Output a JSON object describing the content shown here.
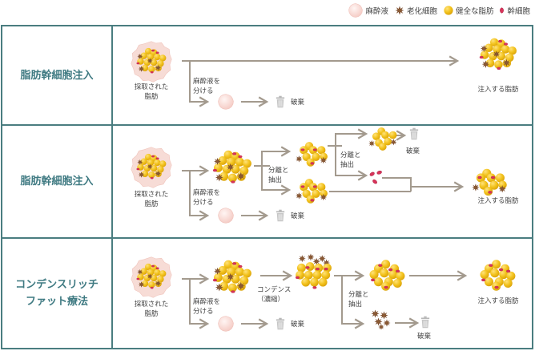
{
  "legend": {
    "items": [
      {
        "icon": "anesthetic-icon",
        "label": "麻酔液"
      },
      {
        "icon": "aged-cell-icon",
        "label": "老化細胞"
      },
      {
        "icon": "healthy-fat-icon",
        "label": "健全な脂肪"
      },
      {
        "icon": "stem-cell-icon",
        "label": "幹細胞"
      }
    ]
  },
  "colors": {
    "border": "#4a7d80",
    "title": "#3f7a82",
    "arrow": "#a39a8e",
    "fat": "#f0c020",
    "aged": "#7a4a2a",
    "stem": "#d8335a",
    "anesthetic": "#f6d8d4"
  },
  "rows": [
    {
      "title_lines": [
        "脂肪幹細胞注入"
      ],
      "harvested_label_1": "採取された",
      "harvested_label_2": "脂肪",
      "split_label_1": "麻酔液を",
      "split_label_2": "分ける",
      "discard_label": "破棄",
      "inject_label": "注入する脂肪"
    },
    {
      "title_lines": [
        "脂肪幹細胞注入"
      ],
      "harvested_label_1": "採取された",
      "harvested_label_2": "脂肪",
      "split_label_1": "麻酔液を",
      "split_label_2": "分ける",
      "separate_label_1": "分離と",
      "separate_label_2": "抽出",
      "separate2_label_1": "分離と",
      "separate2_label_2": "抽出",
      "discard_label": "破棄",
      "discard2_label": "破棄",
      "inject_label": "注入する脂肪"
    },
    {
      "title_lines": [
        "コンデンスリッチ",
        "ファット療法"
      ],
      "harvested_label_1": "採取された",
      "harvested_label_2": "脂肪",
      "split_label_1": "麻酔液を",
      "split_label_2": "分ける",
      "condense_label_1": "コンデンス",
      "condense_label_2": "（濃縮）",
      "separate_label_1": "分離と",
      "separate_label_2": "抽出",
      "discard_label": "破棄",
      "discard2_label": "破棄",
      "inject_label": "注入する脂肪"
    }
  ]
}
